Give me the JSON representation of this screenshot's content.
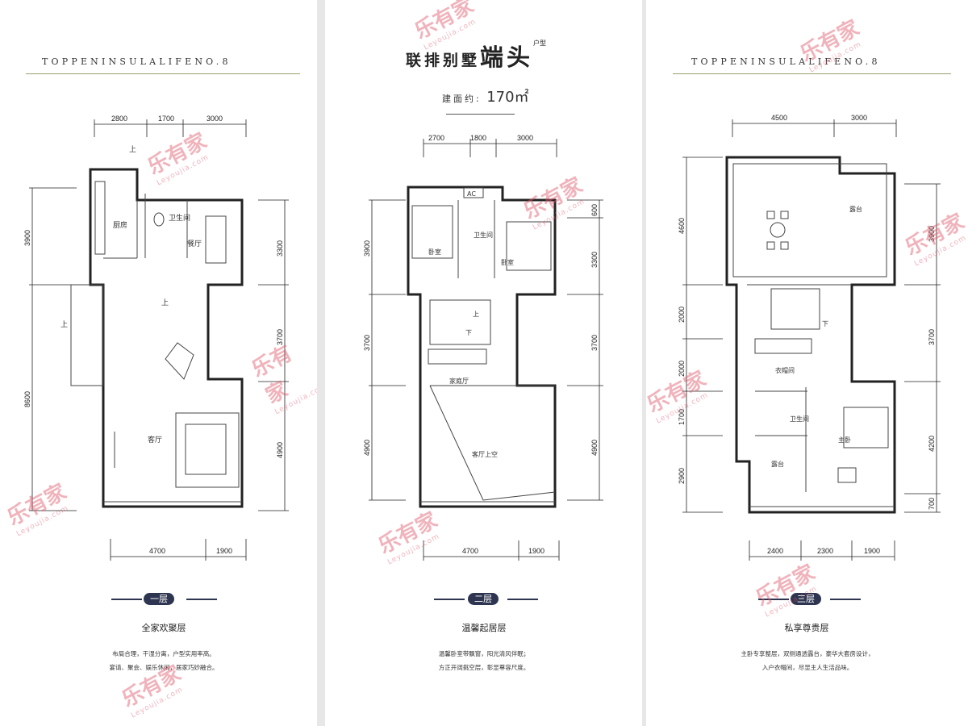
{
  "header": {
    "brand_text": "TOPPENINSULALIFENO.8",
    "title_main": "联排别墅",
    "title_big": "端头",
    "title_small": "户型",
    "area_label": "建面约:",
    "area_value": "170㎡"
  },
  "floors": [
    {
      "badge": "一层",
      "subtitle": "全家欢聚层",
      "desc_line1": "布局合理，干湿分离，户型实用率高。",
      "desc_line2": "宴请、聚会、娱乐休闲，居家巧妙融合。",
      "top_dims": [
        "2800",
        "1700",
        "3000"
      ],
      "bottom_dims": [
        "4700",
        "1900"
      ],
      "left_dims": [
        "3900",
        "8600"
      ],
      "right_dims": [
        "3300",
        "3700",
        "4900"
      ],
      "rooms": {
        "kitchen": "厨房",
        "bath": "卫生间",
        "dining": "餐厅",
        "living": "客厅"
      },
      "arrows": [
        "上",
        "上",
        "上"
      ]
    },
    {
      "badge": "二层",
      "subtitle": "温馨起居层",
      "desc_line1": "温馨卧室带飘窗，阳光清风伴眠；",
      "desc_line2": "方正开阔挑空层，彰显尊容尺度。",
      "top_dims": [
        "2700",
        "1800",
        "3000"
      ],
      "bottom_dims": [
        "4700",
        "1900"
      ],
      "left_dims": [
        "3900",
        "3700",
        "4900"
      ],
      "right_dims": [
        "600",
        "3300",
        "3700",
        "4900"
      ],
      "rooms": {
        "bed1": "卧室",
        "bath": "卫生间",
        "bed2": "卧室",
        "family": "家庭厅",
        "void": "客厅上空",
        "ac": "AC"
      },
      "arrows": [
        "上",
        "下"
      ]
    },
    {
      "badge": "三层",
      "subtitle": "私享尊贵层",
      "desc_line1": "主卧专享整层，双侧通透露台，豪华大套房设计，",
      "desc_line2": "入户衣帽间，尽显主人生活品味。",
      "top_dims": [
        "4500",
        "3000"
      ],
      "bottom_dims": [
        "2400",
        "2300",
        "1900"
      ],
      "left_dims": [
        "4600",
        "2000",
        "2000",
        "1700",
        "2900"
      ],
      "right_dims": [
        "3900",
        "3700",
        "4200",
        "700"
      ],
      "rooms": {
        "terrace1": "露台",
        "closet": "衣帽间",
        "bath": "卫生间",
        "master": "主卧",
        "terrace2": "露台"
      },
      "arrows": [
        "下"
      ]
    }
  ],
  "watermark": {
    "text": "乐有家",
    "sub": "Leyoujia.com",
    "color": "#e0586a"
  }
}
